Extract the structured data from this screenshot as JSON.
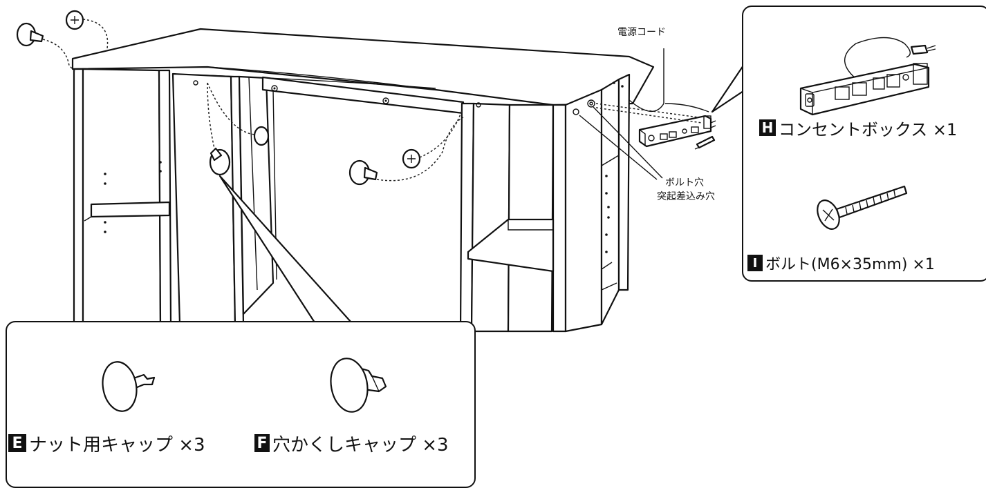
{
  "labels": {
    "power_cord": "電源コード",
    "bolt_hole": "ボルト穴",
    "insert_hole": "突起差込み穴"
  },
  "parts": {
    "E": {
      "letter": "E",
      "text": "ナット用キャップ ×3"
    },
    "F": {
      "letter": "F",
      "text": "穴かくしキャップ ×3"
    },
    "H": {
      "letter": "H",
      "text": "コンセントボックス ×1"
    },
    "I": {
      "letter": "I",
      "text": "ボルト(M6×35mm) ×1"
    }
  }
}
